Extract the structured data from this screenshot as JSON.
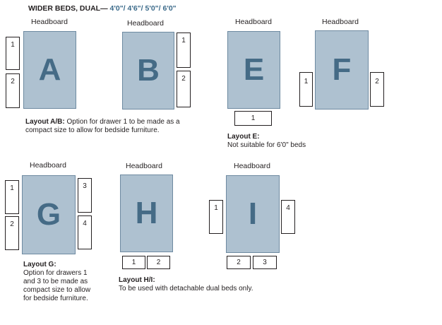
{
  "title": {
    "prefix": "WIDER BEDS, DUAL—",
    "sizes": "4'0\"/ 4'6\"/ 5'0\"/ 6'0\""
  },
  "headboard_label": "Headboard",
  "layouts": {
    "A": {
      "letter": "A",
      "drawers": [
        "1",
        "2"
      ]
    },
    "B": {
      "letter": "B",
      "drawers": [
        "1",
        "2"
      ]
    },
    "E": {
      "letter": "E",
      "drawers": [
        "1"
      ]
    },
    "F": {
      "letter": "F",
      "drawers": [
        "1",
        "2"
      ]
    },
    "G": {
      "letter": "G",
      "drawers": [
        "1",
        "2",
        "3",
        "4"
      ]
    },
    "H": {
      "letter": "H",
      "drawers": [
        "1",
        "2"
      ]
    },
    "I": {
      "letter": "I",
      "drawers": [
        "1",
        "2",
        "3",
        "4"
      ]
    }
  },
  "notes": {
    "ab": {
      "heading": "Layout A/B:",
      "text": " Option for drawer 1 to be made as a",
      "line2": "compact size to allow for bedside furniture."
    },
    "e": {
      "heading": "Layout E:",
      "text": "Not suitable for 6'0\" beds"
    },
    "g": {
      "heading": "Layout G:",
      "lines": [
        "Option for drawers 1",
        "and 3 to be made as",
        "compact size to allow",
        "for bedside furniture."
      ]
    },
    "hi": {
      "heading": "Layout H/I:",
      "text": "To be used with detachable dual beds only."
    }
  }
}
